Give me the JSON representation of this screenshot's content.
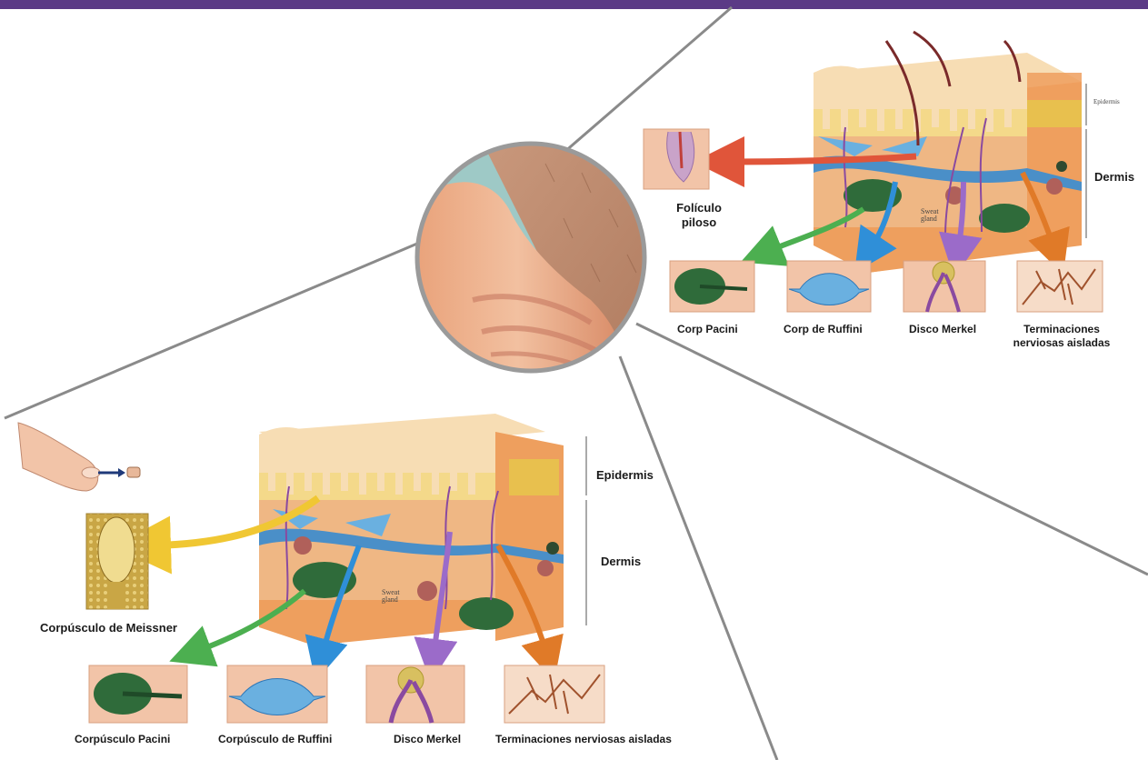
{
  "colors": {
    "top_bar": "#5b3a86",
    "skin_light": "#f7ddb4",
    "skin_mid": "#efb784",
    "epidermis": "#f4d98a",
    "fat": "#ee9f5e",
    "vessel_blue": "#4a8fc8",
    "pacini_green": "#2f6b3a",
    "arrow_red": "#e0553a",
    "arrow_yellow": "#f0c733",
    "arrow_green": "#4caf50",
    "arrow_blue": "#2f8fd8",
    "arrow_purple": "#9b6bc9",
    "arrow_orange": "#e07a28",
    "connector_line": "#8a8a8a"
  },
  "hairy_skin": {
    "epidermis_label": "Epidermis",
    "dermis_label": "Dermis",
    "sweat_gland_label": "Sweat gland",
    "hair_follicle_label": "Folículo piloso",
    "receptors": [
      "Corp Pacini",
      "Corp de Ruffini",
      "Disco Merkel",
      "Terminaciones nerviosas aisladas"
    ]
  },
  "glabrous_skin": {
    "epidermis_label": "Epidermis",
    "dermis_label": "Dermis",
    "sweat_gland_label": "Sweat gland",
    "meissner_label": "Corpúsculo de Meissner",
    "receptors": [
      "Corpúsculo Pacini",
      "Corpúsculo de Ruffini",
      "Disco Merkel",
      "Terminaciones nerviosas aisladas"
    ]
  },
  "icons": [
    "finger-touch-icon",
    "skin-closeup-circle"
  ]
}
